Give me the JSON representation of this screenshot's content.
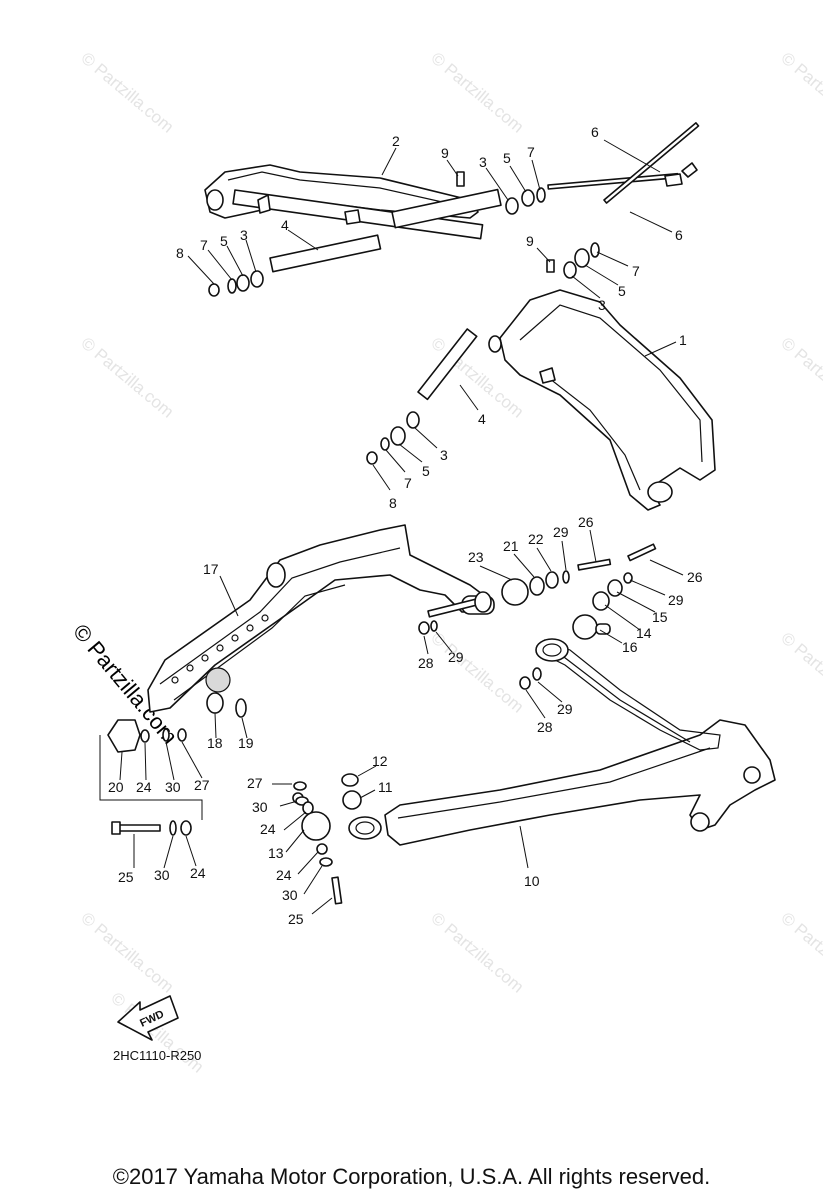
{
  "watermark": "© Partzilla.com",
  "diagram_code": "2HC1110-R250",
  "fwd_label": "FWD",
  "copyright": "©2017  Yamaha Motor Corporation, U.S.A. All rights reserved.",
  "callouts": {
    "c1": "1",
    "c2": "2",
    "c3a": "3",
    "c3b": "3",
    "c3c": "3",
    "c3d": "3",
    "c4a": "4",
    "c4b": "4",
    "c5a": "5",
    "c5b": "5",
    "c5c": "5",
    "c5d": "5",
    "c6a": "6",
    "c6b": "6",
    "c7a": "7",
    "c7b": "7",
    "c7c": "7",
    "c7d": "7",
    "c8a": "8",
    "c8b": "8",
    "c9a": "9",
    "c9b": "9",
    "c10": "10",
    "c11": "11",
    "c12": "12",
    "c13": "13",
    "c14": "14",
    "c15": "15",
    "c16": "16",
    "c17": "17",
    "c18": "18",
    "c19": "19",
    "c20": "20",
    "c21": "21",
    "c22": "22",
    "c23": "23",
    "c24a": "24",
    "c24b": "24",
    "c24c": "24",
    "c24d": "24",
    "c25a": "25",
    "c25b": "25",
    "c26a": "26",
    "c26b": "26",
    "c27a": "27",
    "c27b": "27",
    "c28a": "28",
    "c28b": "28",
    "c29a": "29",
    "c29b": "29",
    "c29c": "29",
    "c29d": "29",
    "c30a": "30",
    "c30b": "30",
    "c30c": "30",
    "c30d": "30"
  }
}
